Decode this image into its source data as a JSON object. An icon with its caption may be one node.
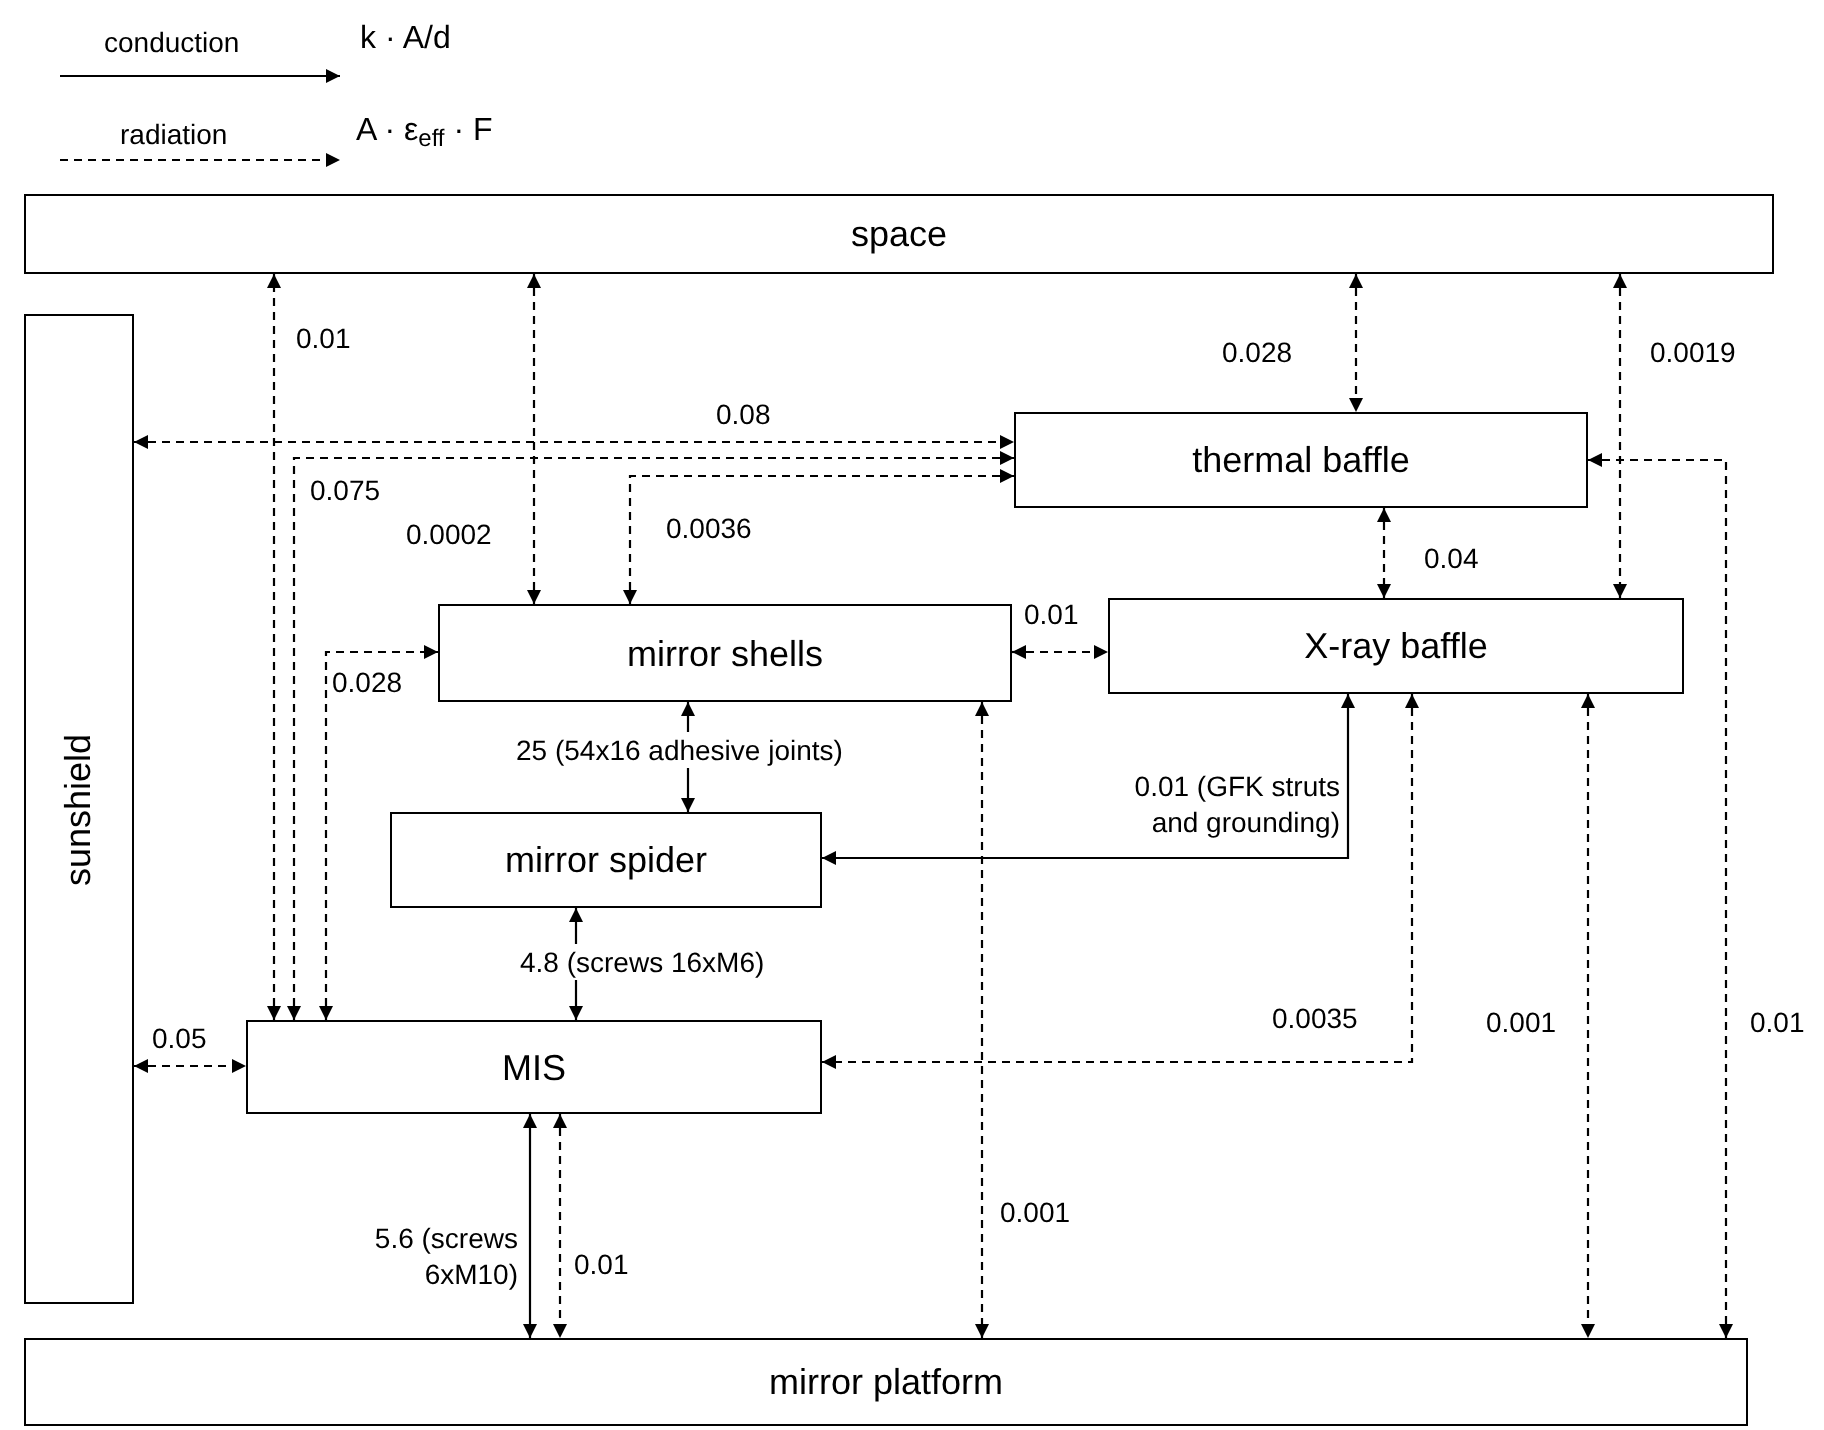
{
  "diagram": {
    "nodes": [
      {
        "text": [
          "space"
        ]
      },
      {
        "text": [
          "sunshield"
        ]
      },
      {
        "text": [
          "thermal baffle"
        ]
      },
      {
        "text": [
          "mirror shells"
        ]
      },
      {
        "text": [
          "X-ray baffle"
        ]
      },
      {
        "text": [
          "mirror spider"
        ]
      },
      {
        "text": [
          "MIS"
        ]
      },
      {
        "text": [
          "mirror platform"
        ]
      }
    ],
    "edges": [
      {
        "from": 6,
        "to": 0,
        "arrow": "both",
        "label": "0.01",
        "style": "dashed"
      },
      {
        "from": 1,
        "to": 2,
        "arrow": "both",
        "label": "0.08",
        "style": "dashed"
      },
      {
        "from": 6,
        "to": 2,
        "arrow": "both",
        "label": "0.075",
        "style": "dashed"
      },
      {
        "from": 0,
        "to": 3,
        "arrow": "both",
        "label": "0.0002",
        "style": "dashed"
      },
      {
        "from": 3,
        "to": 2,
        "arrow": "both",
        "label": "0.0036",
        "style": "dashed"
      },
      {
        "from": 6,
        "to": 3,
        "arrow": "both",
        "label": "0.028",
        "style": "dashed"
      },
      {
        "from": 0,
        "to": 2,
        "arrow": "both",
        "label": "0.028",
        "style": "dashed"
      },
      {
        "from": 0,
        "to": 4,
        "arrow": "both",
        "label": "0.0019",
        "style": "dashed"
      },
      {
        "from": 2,
        "to": 4,
        "arrow": "both",
        "label": "0.04",
        "style": "dashed"
      },
      {
        "from": 3,
        "to": 4,
        "arrow": "both",
        "label": "0.01",
        "style": "dashed"
      },
      {
        "from": 3,
        "to": 5,
        "arrow": "both",
        "label": "25 (54x16 adhesive joints)"
      },
      {
        "from": 4,
        "to": 5,
        "arrow": "both",
        "label": "0.01 (GFK struts and grounding)"
      },
      {
        "from": 5,
        "to": 6,
        "arrow": "both",
        "label": "4.8 (screws 16xM6)"
      },
      {
        "from": 1,
        "to": 6,
        "arrow": "both",
        "label": "0.05",
        "style": "dashed"
      },
      {
        "from": 4,
        "to": 6,
        "arrow": "both",
        "label": "0.0035",
        "style": "dashed"
      },
      {
        "from": 6,
        "to": 7,
        "arrow": "both",
        "label": "5.6 (screws 6xM10)"
      },
      {
        "from": 6,
        "to": 7,
        "arrow": "both",
        "label": "0.01",
        "style": "dashed"
      },
      {
        "from": 3,
        "to": 7,
        "arrow": "both",
        "label": "0.001",
        "style": "dashed"
      },
      {
        "from": 4,
        "to": 7,
        "arrow": "both",
        "label": "0.001",
        "style": "dashed"
      },
      {
        "from": 2,
        "to": 7,
        "arrow": "both",
        "label": "0.01",
        "style": "dashed"
      }
    ],
    "labels": [
      "k · A/d",
      "A · ε$_{eff}$ · F"
    ],
    "legend": [
      {
        "text": "conduction"
      },
      {
        "text": "radiation"
      }
    ]
  }
}
